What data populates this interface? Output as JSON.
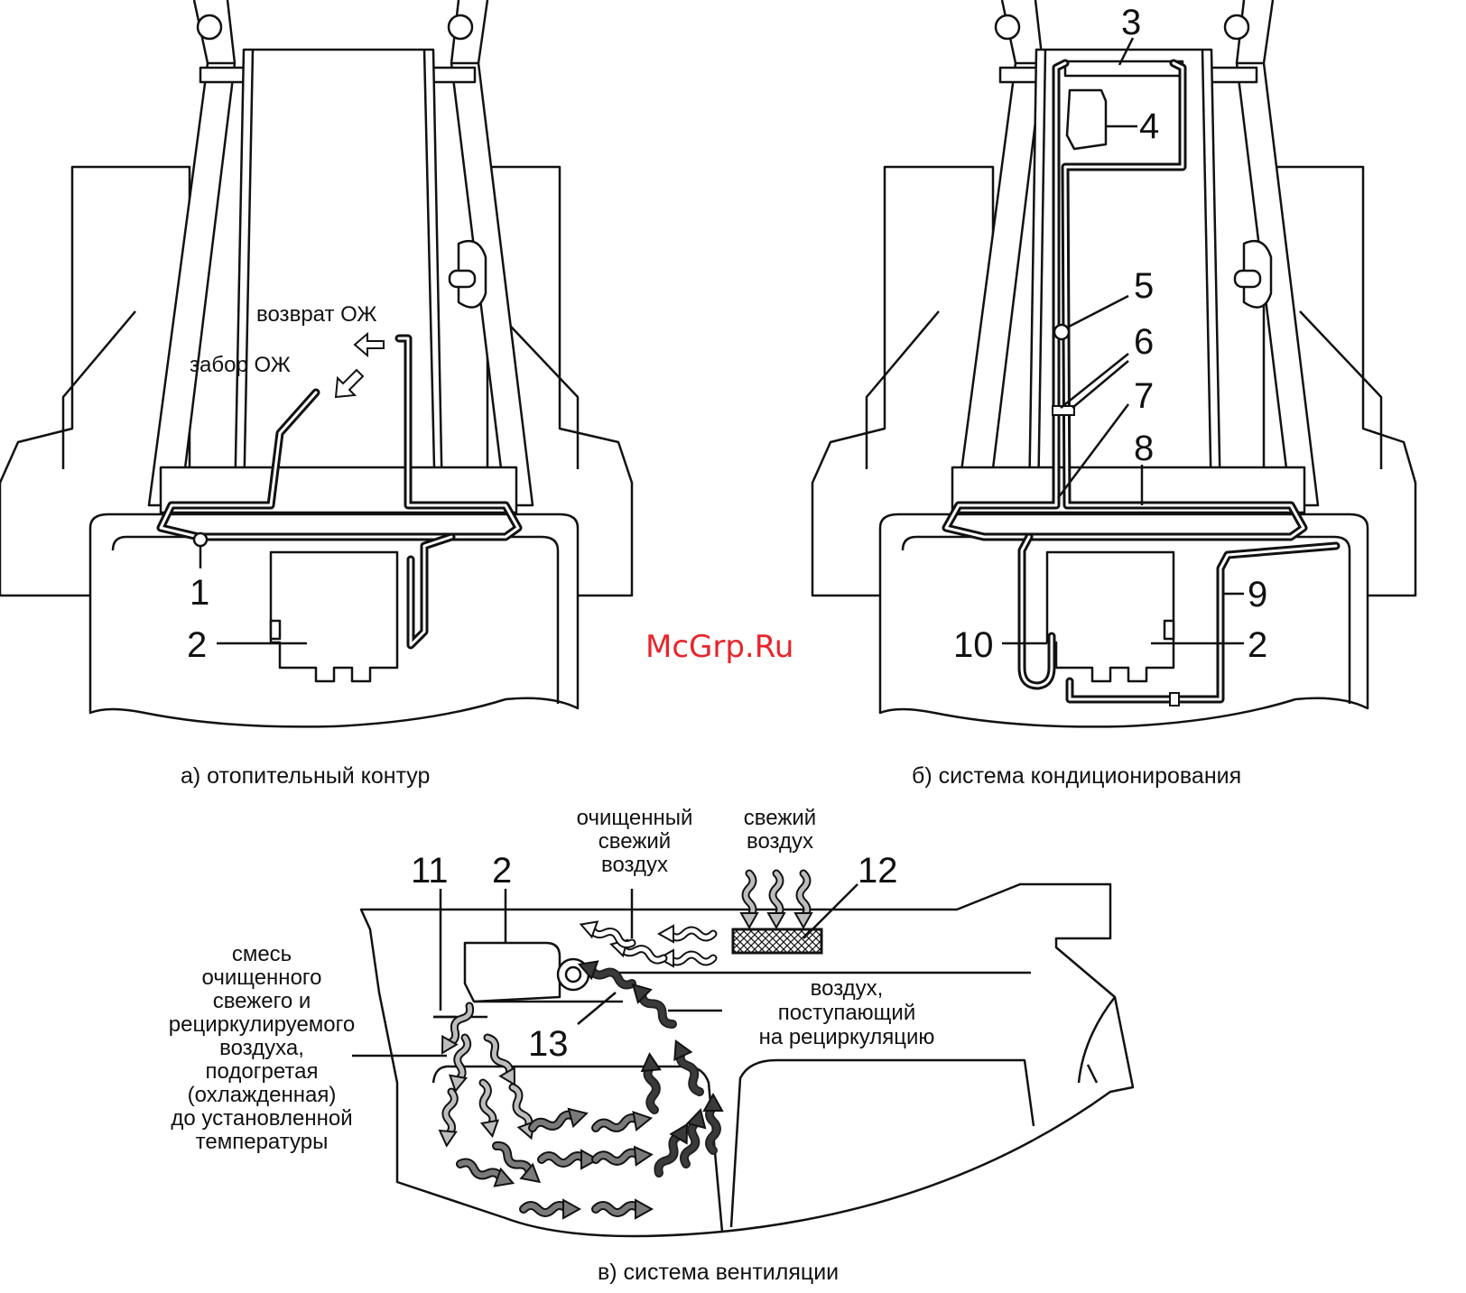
{
  "panel_a": {
    "caption": "а) отопительный контур",
    "label_return": "возврат ОЖ",
    "label_intake": "забор ОЖ",
    "callout_1": "1",
    "callout_2": "2"
  },
  "panel_b": {
    "caption": "б) система кондиционирования",
    "callouts": [
      "3",
      "4",
      "5",
      "6",
      "7",
      "8",
      "9",
      "10",
      "2"
    ]
  },
  "panel_c": {
    "caption": "в) система вентиляции",
    "label_cleaned_fresh": [
      "очищенный",
      "свежий",
      "воздух"
    ],
    "label_fresh": [
      "свежий",
      "воздух"
    ],
    "label_recirc": [
      "воздух,",
      "поступающий",
      "на рециркуляцию"
    ],
    "label_mix": [
      "смесь",
      "очищенного",
      "свежего и",
      "рециркулируемого",
      "воздуха,",
      "подогретая",
      "(охлажденная)",
      "до установленной",
      "температуры"
    ],
    "callout_11": "11",
    "callout_2": "2",
    "callout_12": "12",
    "callout_13": "13"
  },
  "watermark": "McGrp.Ru"
}
